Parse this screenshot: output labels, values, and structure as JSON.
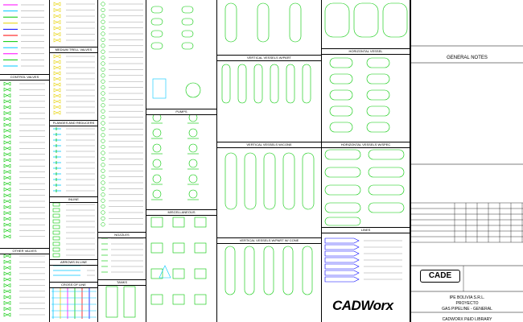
{
  "colors": {
    "line": "#000000",
    "green": "#00c800",
    "cyan": "#00c8ff",
    "yellow": "#e6d200",
    "magenta": "#ff00ff",
    "red": "#ff0000",
    "blue": "#0000ff"
  },
  "sections": {
    "control_valves": "CONTROL VALVES",
    "manual_valves": "MEDIUM TRELL VALVES",
    "flanges": "FLANGES AND REDUCERS",
    "inline": "INLINE",
    "arrows": "ARROWS IN LINE",
    "cross": "CROSS OF LINE",
    "other_valves": "OTHER VALVES",
    "pumps": "PUMPS",
    "miscellaneous": "MISCELLANEOUS",
    "nozzles": "NOZZLES",
    "tanks": "TANKS",
    "vv_upright": "VERTICAL VESSELS W/PART",
    "vv_bottom": "VERTICAL VESSELS W/CONE",
    "vv_cone": "VERTICAL VESSELS W/PART W/ CONE",
    "hv_head": "HORIZONTAL VESSEL",
    "hv_spec": "HORIZONTAL VESSELS W/SPEC",
    "lines": "LINES"
  },
  "title_block": {
    "general_notes": "GENERAL NOTES",
    "company": "IPE BOLIVIA S.R.L.",
    "project_label": "PROYECTO",
    "project": "GAS PIPELINE - GENERAL",
    "drawing": "CADWORX P&ID LIBRARY",
    "logo": "CADWorx",
    "brand": "CADE"
  }
}
